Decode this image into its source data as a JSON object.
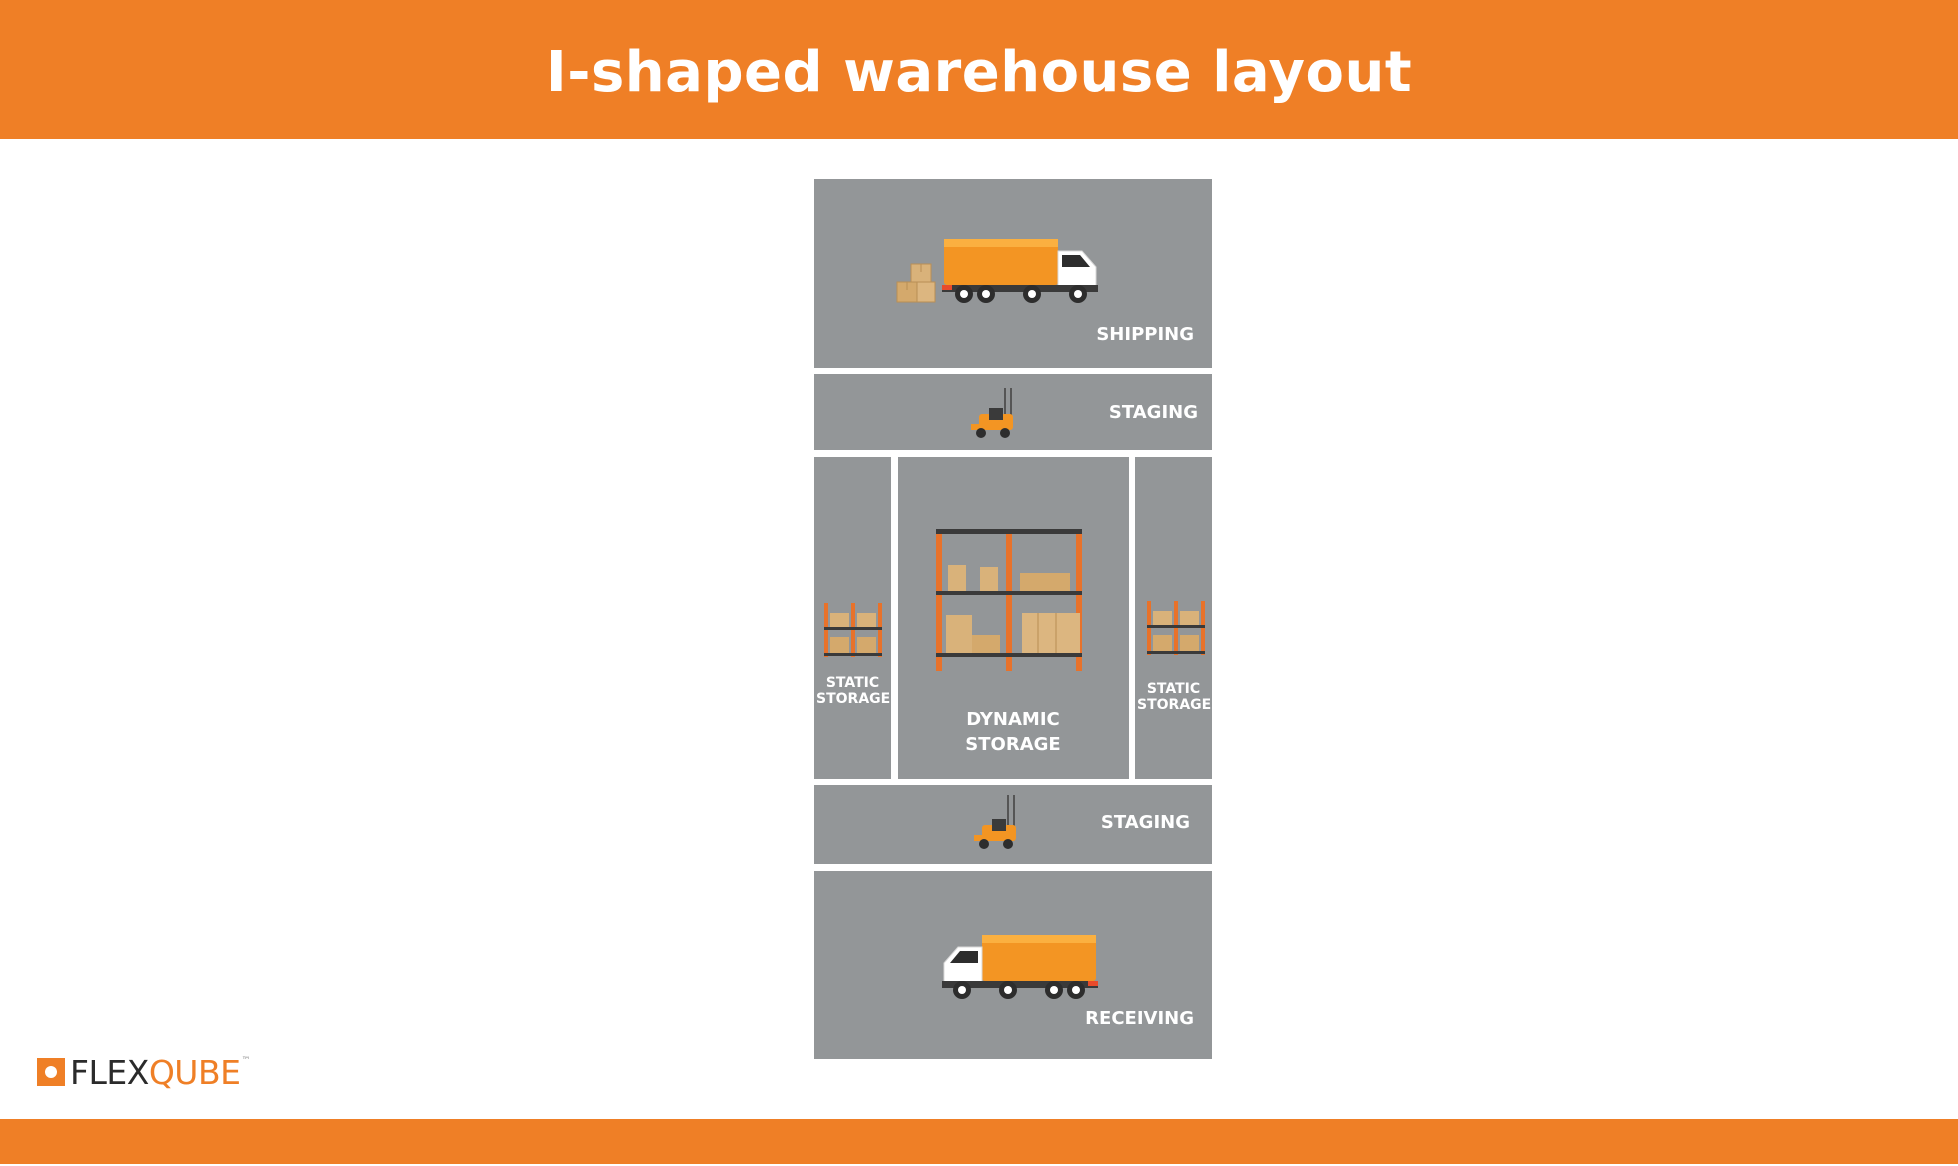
{
  "title": "I-shaped warehouse layout",
  "zones": {
    "shipping": "SHIPPING",
    "staging_top": "STAGING",
    "static_storage_left": "STATIC STORAGE",
    "dynamic_storage": "DYNAMIC STORAGE",
    "static_storage_right": "STATIC STORAGE",
    "staging_bottom": "STAGING",
    "receiving": "RECEIVING"
  },
  "logo": {
    "text_left": "FLEX",
    "text_right": "QUBE",
    "trademark": "™"
  },
  "colors": {
    "brand_orange": "#ef7f26",
    "zone_gray": "#939698",
    "truck_orange": "#f39523",
    "box_tan": "#d9b27a",
    "rack_orange": "#e8722a"
  },
  "icons": [
    "shipping-truck-icon",
    "boxes-icon",
    "forklift-icon",
    "rack-icon",
    "receiving-truck-icon"
  ]
}
